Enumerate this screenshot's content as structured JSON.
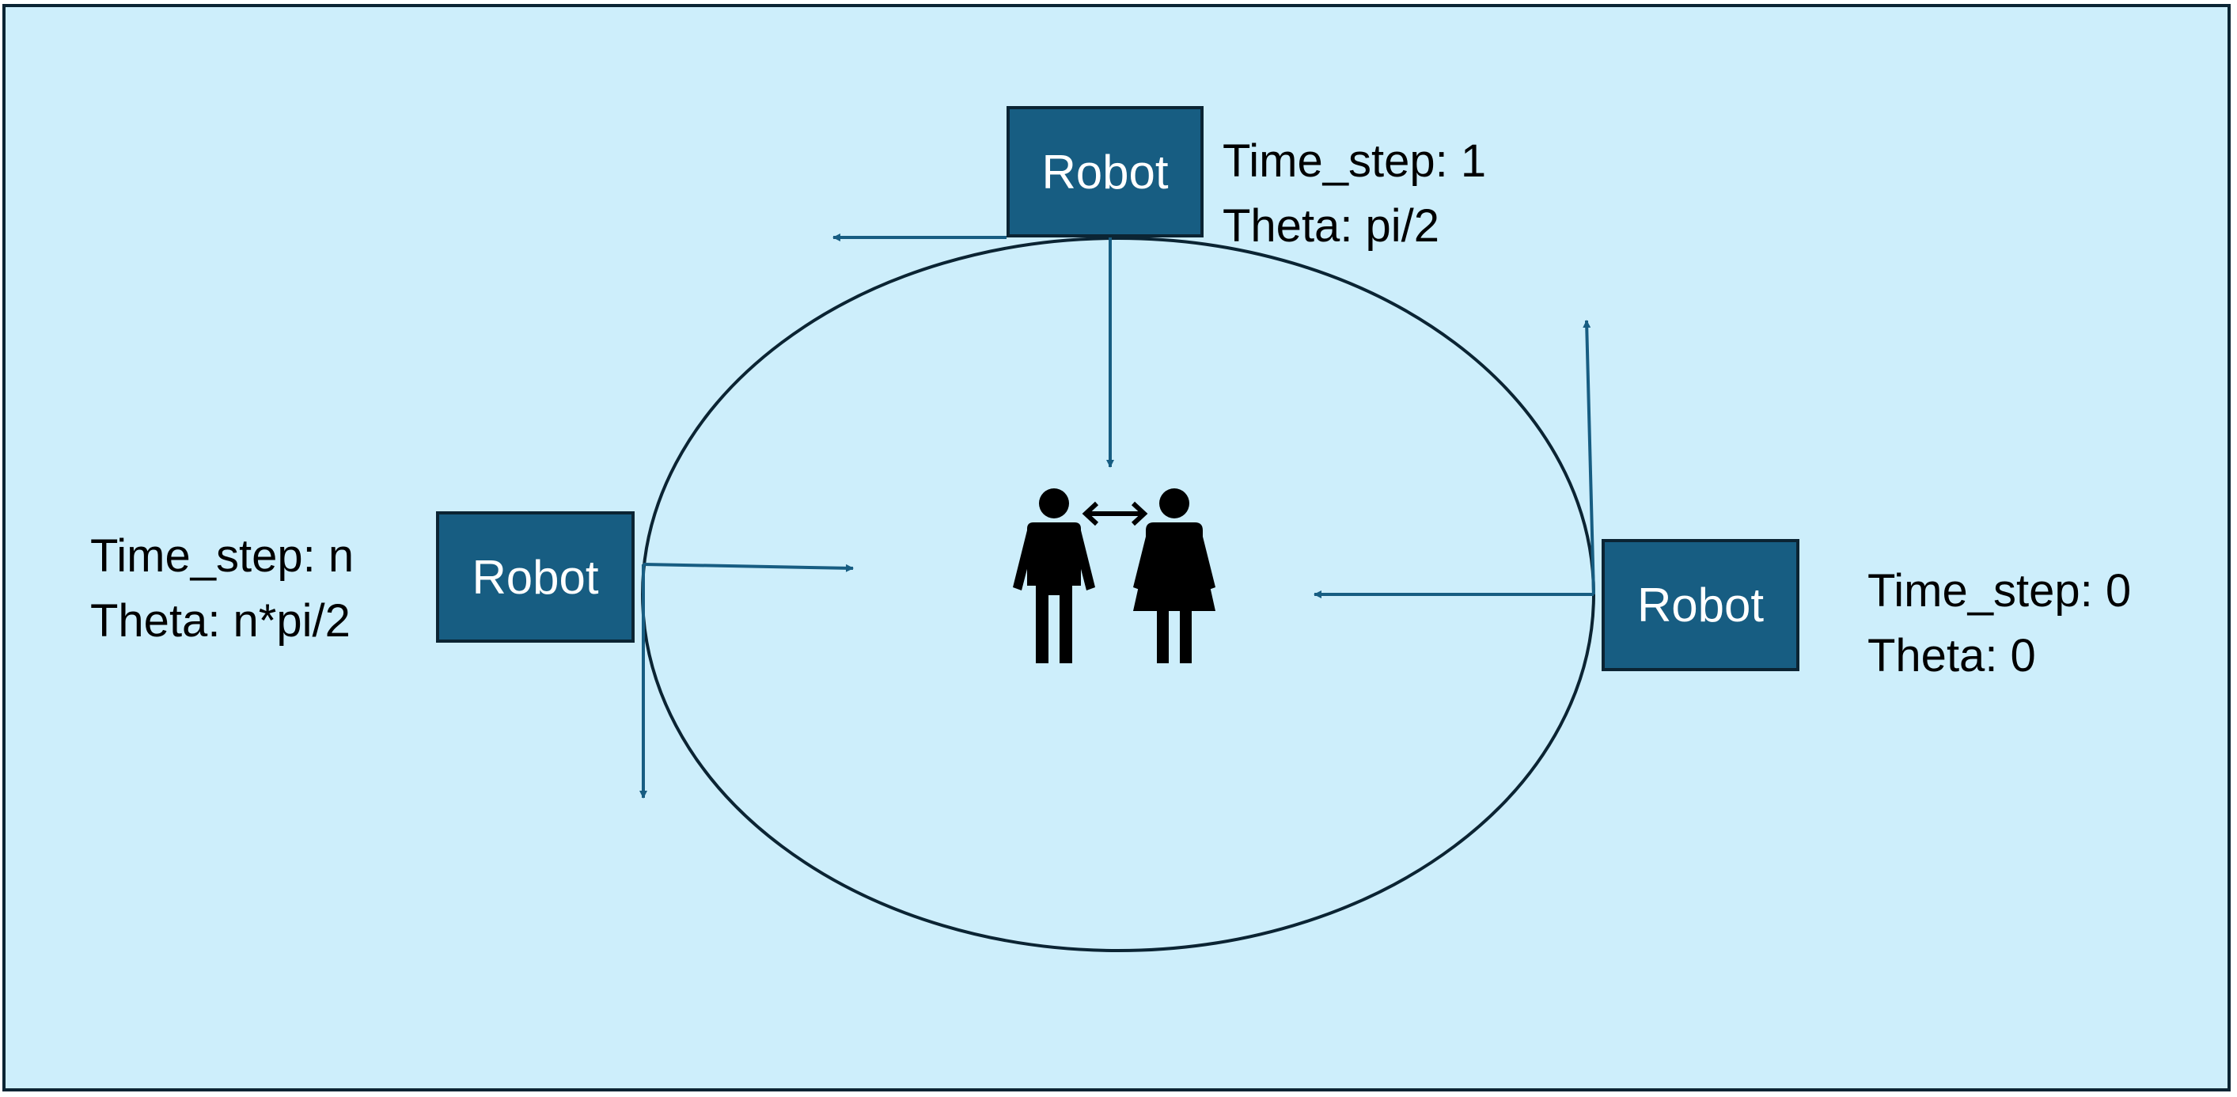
{
  "robots": {
    "top": {
      "label": "Robot",
      "time_step": "Time_step: 1",
      "theta": "Theta: pi/2"
    },
    "left": {
      "label": "Robot",
      "time_step": "Time_step: n",
      "theta": "Theta: n*pi/2"
    },
    "right": {
      "label": "Robot",
      "time_step": "Time_step: 0",
      "theta": "Theta: 0"
    }
  },
  "colors": {
    "background": "#cdeefb",
    "robot_fill": "#175d82",
    "arrow": "#175d82",
    "outline": "#0b2433"
  },
  "icons": {
    "center": [
      "man-icon",
      "woman-icon",
      "double-arrow-icon"
    ]
  }
}
